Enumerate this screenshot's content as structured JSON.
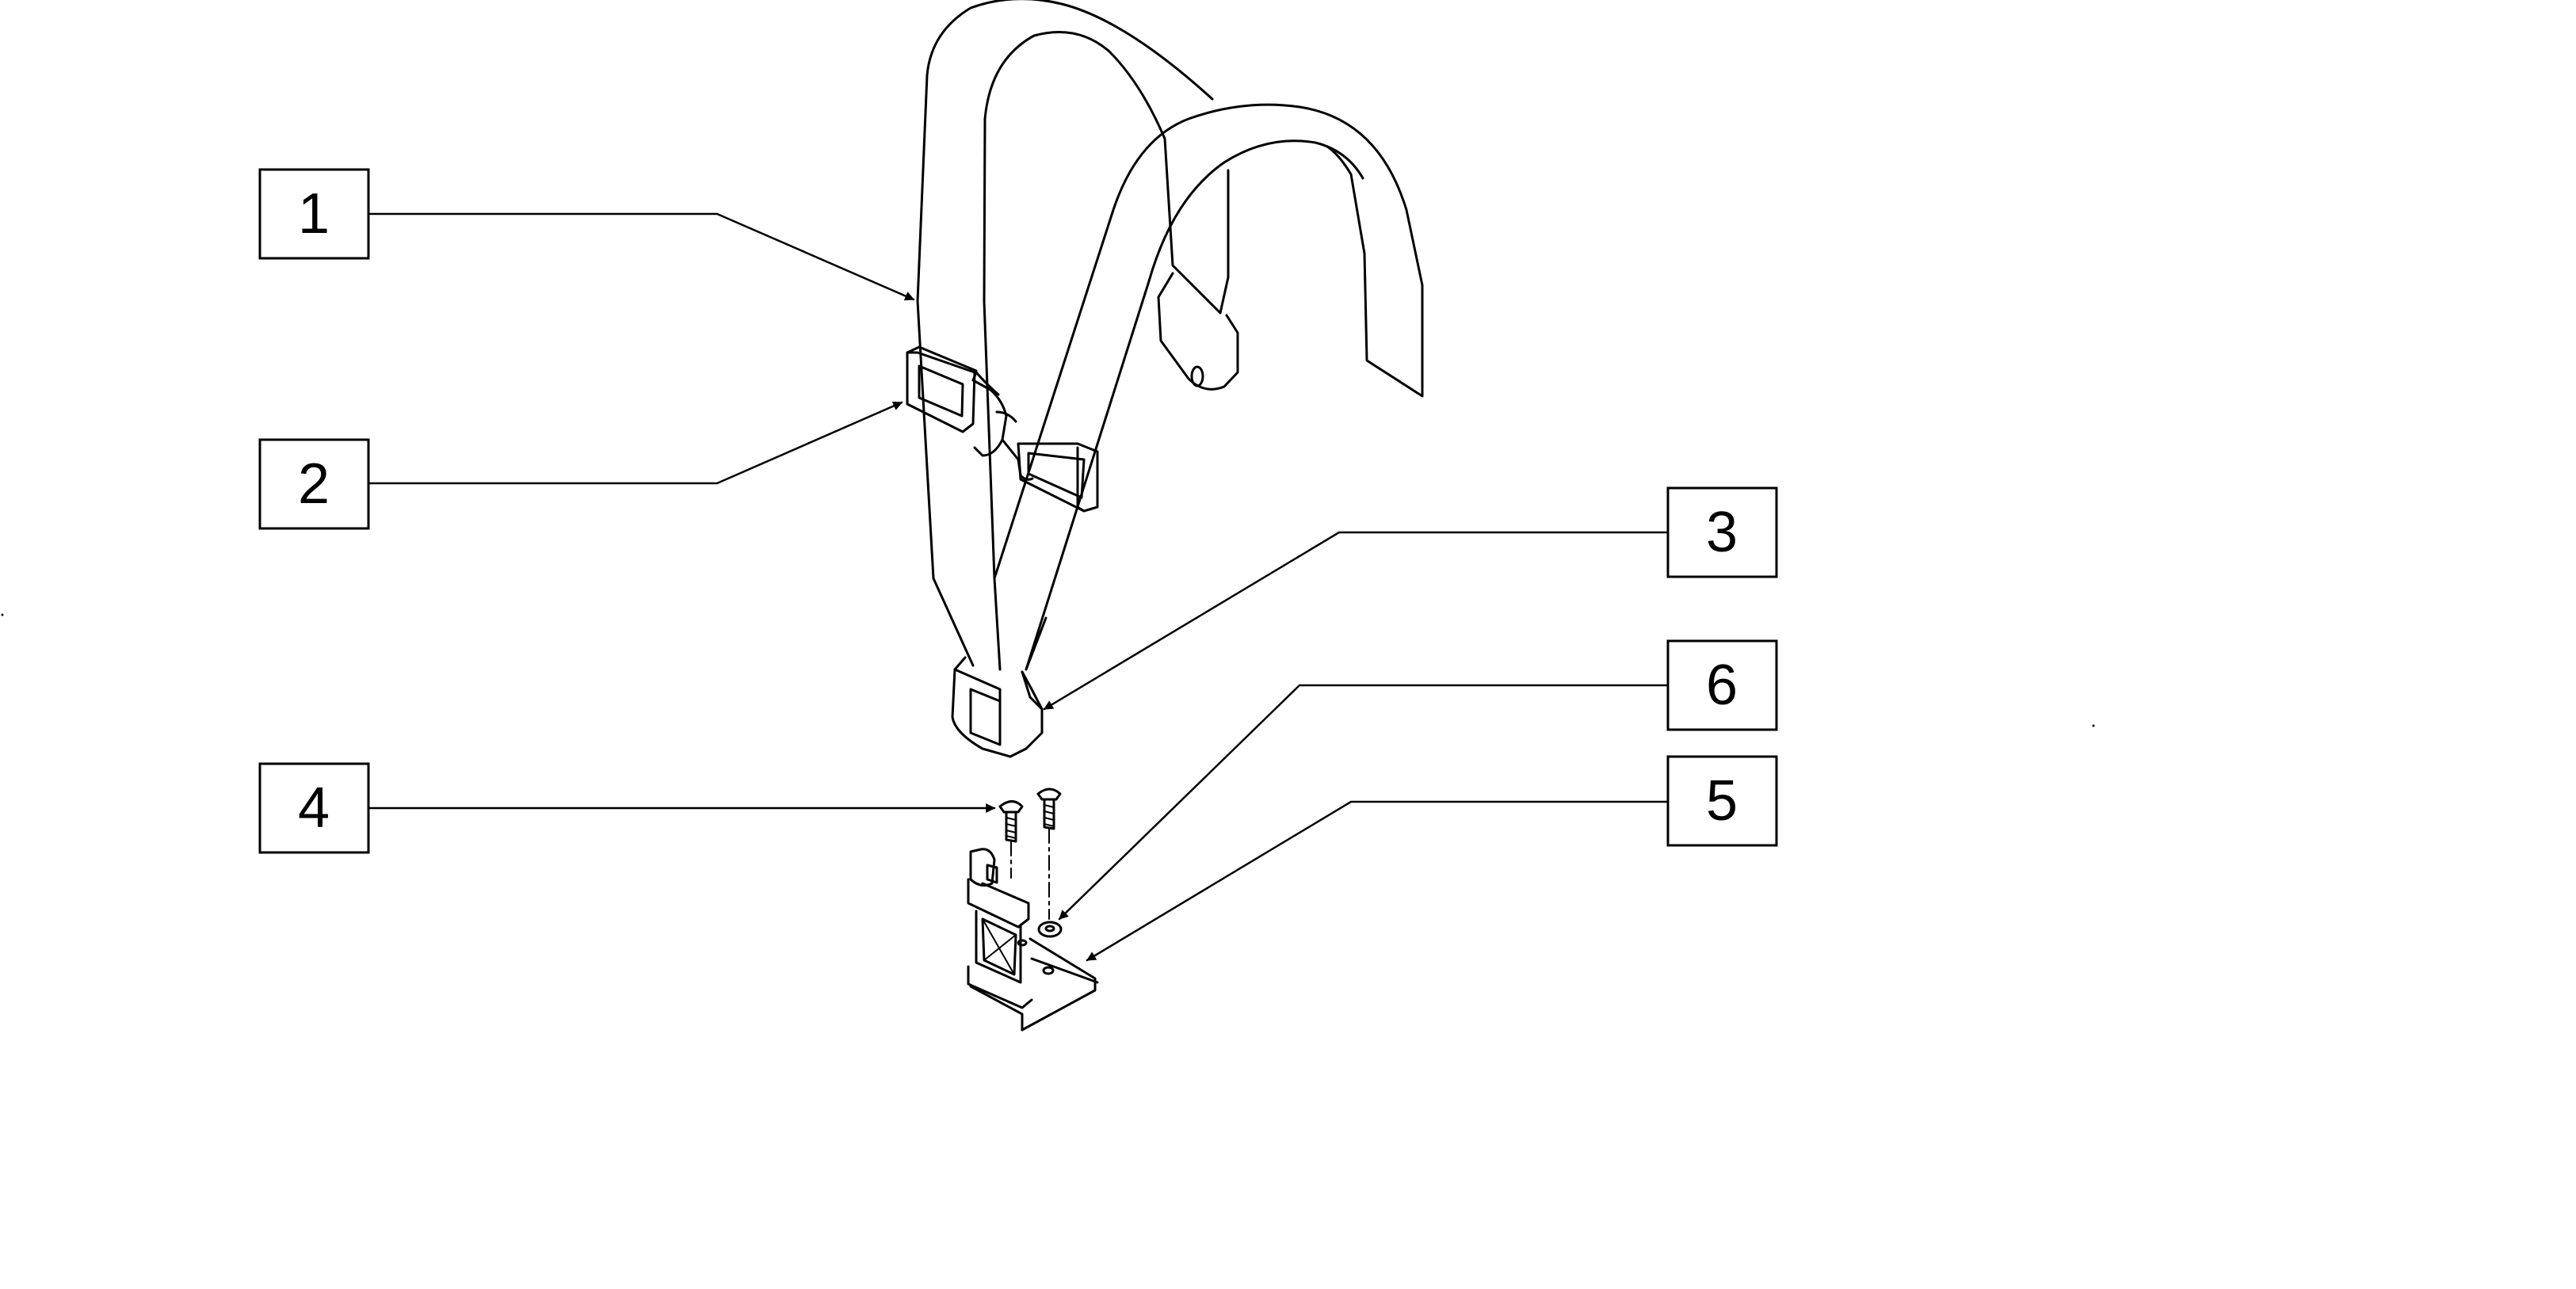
{
  "callouts": {
    "c1": {
      "label": "1"
    },
    "c2": {
      "label": "2"
    },
    "c3": {
      "label": "3"
    },
    "c4": {
      "label": "4"
    },
    "c5": {
      "label": "5"
    },
    "c6": {
      "label": "6"
    }
  },
  "colors": {
    "line": "#000000",
    "background": "#ffffff"
  }
}
